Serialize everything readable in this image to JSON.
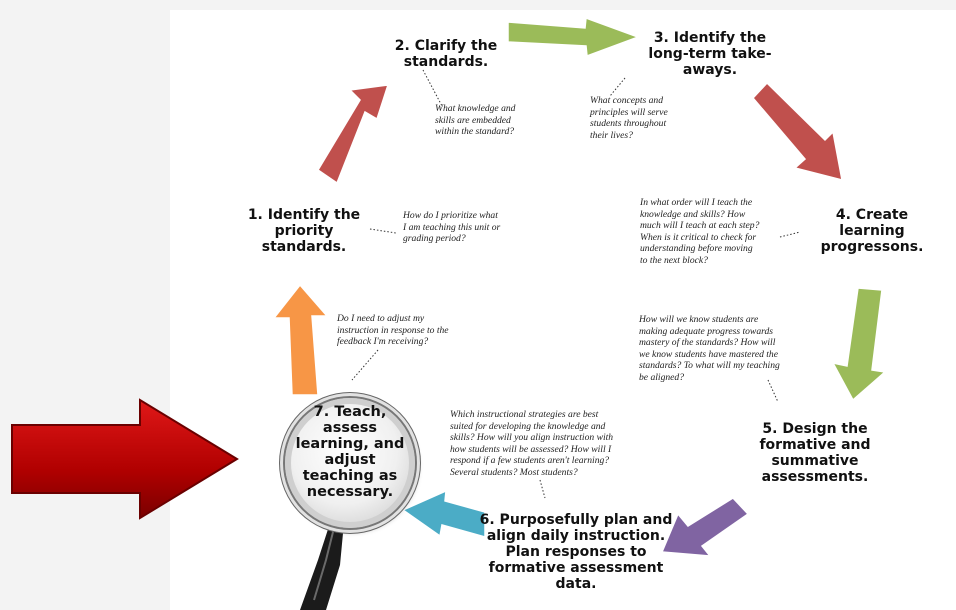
{
  "diagram": {
    "steps": [
      {
        "id": "1",
        "label": "1. Identify the\npriority\nstandards."
      },
      {
        "id": "2",
        "label": "2. Clarify the\nstandards."
      },
      {
        "id": "3",
        "label": "3. Identify the\nlong-term take-\naways."
      },
      {
        "id": "4",
        "label": "4. Create\nlearning\nprogressons."
      },
      {
        "id": "5",
        "label": "5. Design the\nformative and\nsummative\nassessments."
      },
      {
        "id": "6",
        "label": "6. Purposefully plan and\nalign daily instruction.\nPlan responses to\nformative assessment\ndata."
      },
      {
        "id": "7",
        "label": "7. Teach,\nassess\nlearning, and\nadjust\nteaching as\nnecessary."
      }
    ],
    "questions": [
      {
        "id": "1",
        "text": "How do I prioritize what\nI am teaching this unit or\ngrading period?"
      },
      {
        "id": "2",
        "text": "What knowledge and\nskills are embedded\nwithin the standard?"
      },
      {
        "id": "3",
        "text": "What concepts and\nprinciples will serve\nstudents throughout\ntheir lives?"
      },
      {
        "id": "4",
        "text": "In what order will I teach the\nknowledge and skills?  How\nmuch will I teach at each step?\nWhen is it critical to check for\nunderstanding before moving\nto the next block?"
      },
      {
        "id": "5",
        "text": "How will we know students are\nmaking adequate progress towards\nmastery of the standards?  How will\nwe know students have mastered the\nstandards?  To what will my teaching\nbe aligned?"
      },
      {
        "id": "6",
        "text": "Which instructional strategies are best\nsuited for developing the knowledge and\nskills?  How will you align instruction with\nhow students will be assessed?  How will I\nrespond if a few students aren't learning?\nSeveral students?  Most students?"
      },
      {
        "id": "7",
        "text": "Do I need to adjust my\ninstruction in response to the\nfeedback I'm receiving?"
      }
    ],
    "colors": {
      "green": "#9bbb59",
      "red": "#c0504d",
      "purple": "#8064a2",
      "teal": "#4bacc6",
      "orange": "#f79646",
      "pointer": "#c00000"
    }
  }
}
